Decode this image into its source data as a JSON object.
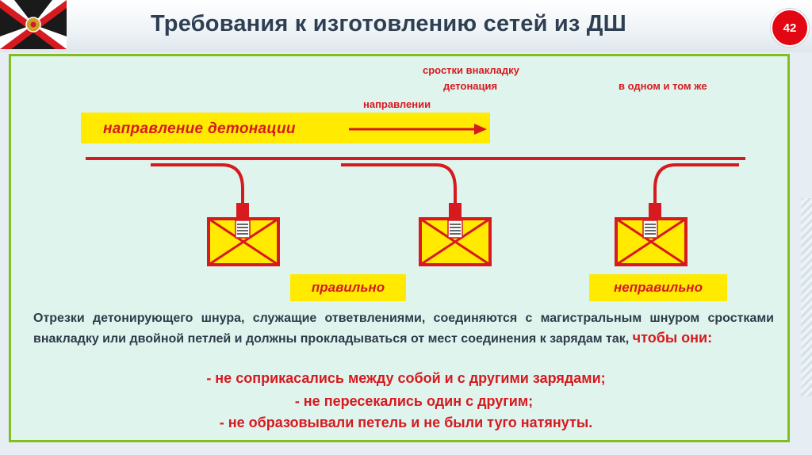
{
  "header": {
    "title": "Требования к изготовлению сетей из ДШ",
    "page_number": "42"
  },
  "diagram": {
    "labels": {
      "splices": "сростки внакладку",
      "detonation": "детонация",
      "same": "в одном и том же",
      "direction_word": "направлении"
    },
    "direction_label": "направление  детонации",
    "correct_label": "правильно",
    "incorrect_label": "неправильно"
  },
  "body": {
    "text": "Отрезки детонирующего шнура, служащие ответвлениями, соединяются с магистральным шнуром сростками внакладку или двойной петлей и должны прокладываться от мест соединения к зарядам так, ",
    "accent": "чтобы они:",
    "bullets": [
      "- не соприкасались между собой и с другими зарядами;",
      "- не пересекались один с другим;",
      "- не образовывали петель и не были туго натянуты."
    ]
  },
  "colors": {
    "accent_red": "#d71920",
    "yellow": "#ffea00",
    "panel_bg": "#dff4ec",
    "panel_border": "#7fbf1f",
    "title": "#2f3f52"
  }
}
